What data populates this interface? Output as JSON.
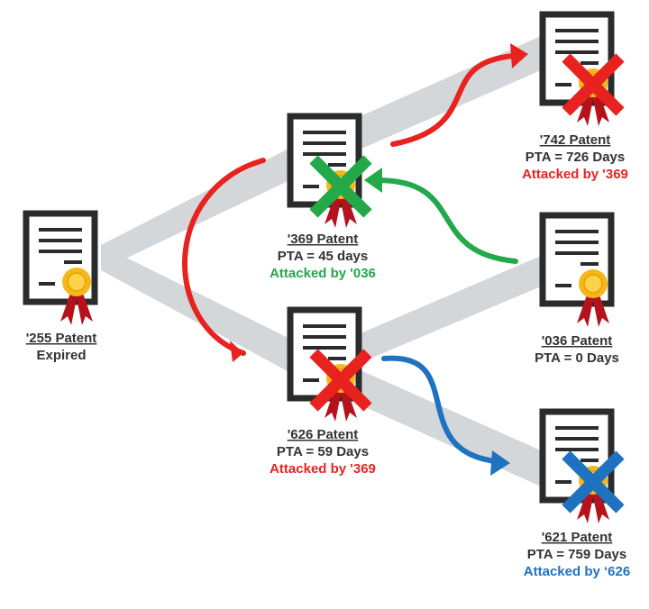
{
  "colors": {
    "red": "#e8231f",
    "green": "#23a84a",
    "blue": "#1f72c0",
    "doc": "#2b2b2b",
    "band": "#d3d7da",
    "text": "#333333",
    "seal": "#f5b818",
    "ribbon": "#b5121b"
  },
  "patents": [
    {
      "id": "p255",
      "title": "'255 Patent",
      "pta": "Expired",
      "attack": null,
      "cross": null
    },
    {
      "id": "p369",
      "title": "'369 Patent",
      "pta": "PTA = 45 days",
      "attack": "Attacked by '036",
      "cross": "green"
    },
    {
      "id": "p626",
      "title": "'626 Patent",
      "pta": "PTA = 59 Days",
      "attack": "Attacked by '369",
      "cross": "red"
    },
    {
      "id": "p742",
      "title": "'742 Patent",
      "pta": "PTA = 726 Days",
      "attack": "Attacked by '369",
      "cross": "red"
    },
    {
      "id": "p036",
      "title": "'036 Patent",
      "pta": "PTA = 0 Days",
      "attack": null,
      "cross": null
    },
    {
      "id": "p621",
      "title": "'621 Patent",
      "pta": "PTA = 759 Days",
      "attack": "Attacked by ‘626",
      "cross": "blue"
    }
  ],
  "attacks": [
    {
      "from": "p369",
      "to": "p626",
      "color": "red"
    },
    {
      "from": "p369",
      "to": "p742",
      "color": "red"
    },
    {
      "from": "p036",
      "to": "p369",
      "color": "green"
    },
    {
      "from": "p626",
      "to": "p621",
      "color": "blue"
    }
  ]
}
